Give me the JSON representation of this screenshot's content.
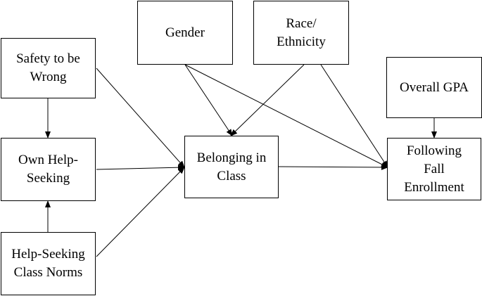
{
  "nodes": {
    "safety": "Safety to be\nWrong",
    "gender": "Gender",
    "race": "Race/\nEthnicity",
    "gpa": "Overall GPA",
    "own_help": "Own Help-\nSeeking",
    "belonging": "Belonging in\nClass",
    "enrollment": "Following\nFall\nEnrollment",
    "norms": "Help-Seeking\nClass Norms"
  },
  "edges": [
    {
      "from": "safety",
      "to": "own_help"
    },
    {
      "from": "norms",
      "to": "own_help"
    },
    {
      "from": "safety",
      "to": "belonging"
    },
    {
      "from": "own_help",
      "to": "belonging"
    },
    {
      "from": "norms",
      "to": "belonging"
    },
    {
      "from": "gender",
      "to": "belonging"
    },
    {
      "from": "race",
      "to": "belonging"
    },
    {
      "from": "gender",
      "to": "enrollment"
    },
    {
      "from": "race",
      "to": "enrollment"
    },
    {
      "from": "belonging",
      "to": "enrollment"
    },
    {
      "from": "gpa",
      "to": "enrollment"
    }
  ]
}
